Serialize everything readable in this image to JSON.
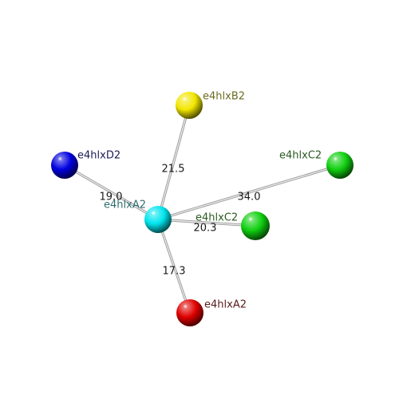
{
  "scene": {
    "background": "#ffffff",
    "center": {
      "label": "e4hlxA2",
      "color": "#00e5ee",
      "label_color": "#2f6f6f"
    },
    "neighbors": [
      {
        "id": "b2",
        "label": "e4hlxB2",
        "color": "#f2e600",
        "label_color": "#6b6b22",
        "distance": "21.5"
      },
      {
        "id": "d2",
        "label": "e4hlxD2",
        "color": "#0000e0",
        "label_color": "#1c1c5a",
        "distance": "19.0"
      },
      {
        "id": "c2-far",
        "label": "e4hlxC2",
        "color": "#10d010",
        "label_color": "#2b5a22",
        "distance": "34.0"
      },
      {
        "id": "c2-near",
        "label": "e4hlxC2",
        "color": "#10d010",
        "label_color": "#2b5a22",
        "distance": "20.3"
      },
      {
        "id": "a2",
        "label": "e4hlxA2",
        "color": "#e00000",
        "label_color": "#5a1c1c",
        "distance": "17.3"
      }
    ]
  }
}
